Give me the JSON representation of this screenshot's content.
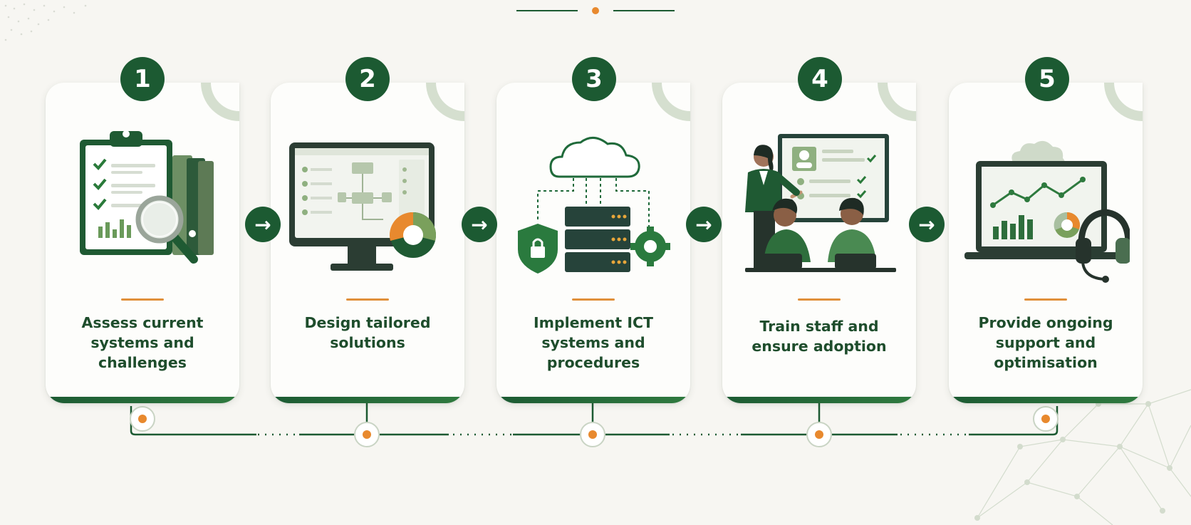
{
  "steps": [
    {
      "number": "1",
      "lines": [
        "Assess current",
        "systems and",
        "challenges"
      ]
    },
    {
      "number": "2",
      "lines": [
        "Design tailored",
        "solutions"
      ]
    },
    {
      "number": "3",
      "lines": [
        "Implement ICT",
        "systems and",
        "procedures"
      ]
    },
    {
      "number": "4",
      "lines": [
        "Train staff and",
        "ensure adoption"
      ]
    },
    {
      "number": "5",
      "lines": [
        "Provide ongoing",
        "support and",
        "optimisation"
      ]
    }
  ],
  "arrow_glyph": "→",
  "colors": {
    "primary": "#1c5a32",
    "accent": "#e8892e",
    "light_green": "#d5dfcf",
    "background": "#f7f6f2"
  },
  "icons": [
    "clipboard-icon",
    "monitor-icon",
    "cloud-server-icon",
    "presentation-icon",
    "laptop-support-icon"
  ]
}
